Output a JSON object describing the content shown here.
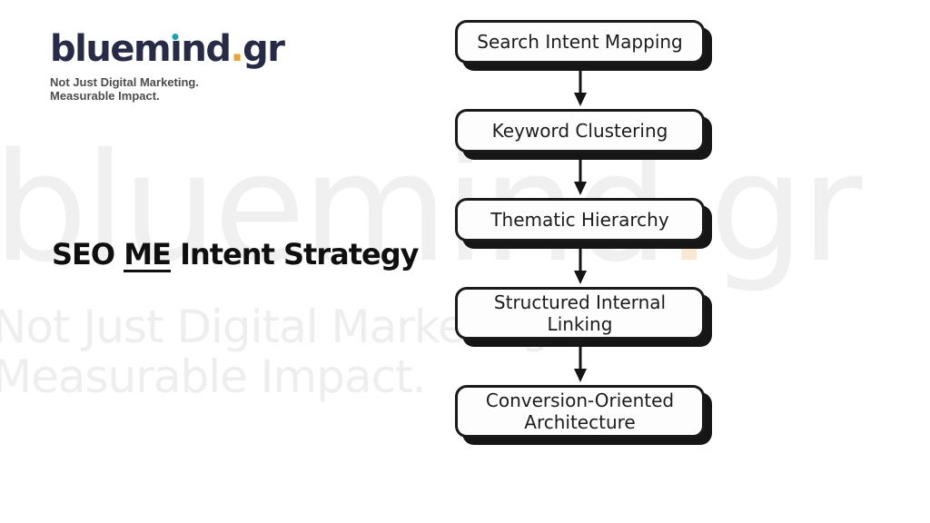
{
  "colors": {
    "background": "#ffffff",
    "logo_navy": "#272b46",
    "logo_teal_dot": "#1fa0ae",
    "logo_orange_dot": "#eaa23e",
    "title_black": "#0f0f0f",
    "box_border": "#1a1a1a",
    "box_fill": "#fdfdfd",
    "box_shadow": "#161616",
    "watermark_gray": "#f1f0f1"
  },
  "logo": {
    "brand": "bluemind.gr",
    "part1": "bluem",
    "i_stem": "ı",
    "part2": "nd",
    "dot": ".",
    "part3": "gr",
    "tagline_line1": "Not Just Digital Marketing.",
    "tagline_line2": "Measurable Impact."
  },
  "title": {
    "prefix": "SEO",
    "underlined": "ME",
    "suffix": "Intent Strategy"
  },
  "watermark": {
    "brand_part1": "bluemind",
    "brand_dot": ".",
    "brand_part2": "gr",
    "line2": "Not Just Digital Marketing.",
    "line3": "Measurable Impact."
  },
  "flowchart": {
    "steps": [
      {
        "label": "Search Intent Mapping"
      },
      {
        "label": "Keyword Clustering"
      },
      {
        "label": "Thematic Hierarchy"
      },
      {
        "label": "Structured Internal\nLinking"
      },
      {
        "label": "Conversion-Oriented\nArchitecture"
      }
    ]
  }
}
